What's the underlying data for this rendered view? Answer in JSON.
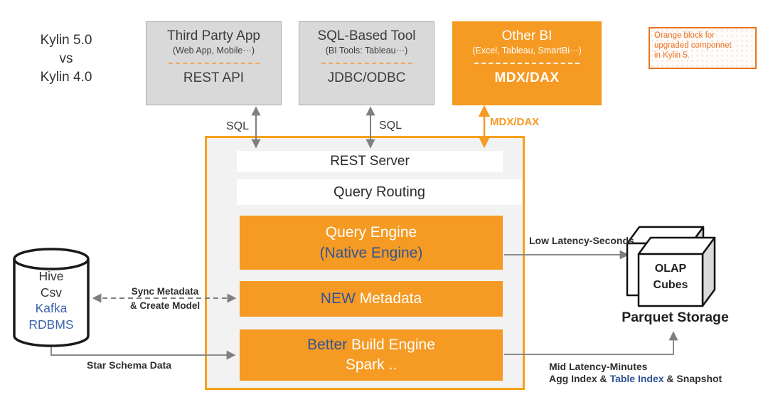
{
  "title_block": {
    "line1": "Kylin 5.0",
    "line2": "vs",
    "line3": "Kylin 4.0"
  },
  "legend_note": {
    "line1": "Orange block for",
    "line2": "upgraded componnet",
    "line3": "in Kylin 5."
  },
  "top_boxes": [
    {
      "title": "Third Party App",
      "subtitle": "(Web App, Mobile···)",
      "protocol": "REST API"
    },
    {
      "title": "SQL-Based Tool",
      "subtitle": "(BI Tools: Tableau···)",
      "protocol": "JDBC/ODBC"
    },
    {
      "title": "Other BI",
      "subtitle": "(Excel, Tableau, SmartBi···)",
      "protocol": "MDX/DAX"
    }
  ],
  "connector_labels": {
    "sql_left": "SQL",
    "sql_mid": "SQL",
    "mdx": "MDX/DAX",
    "sync_line1": "Sync Metadata",
    "sync_line2": "& Create Model",
    "star_schema": "Star Schema Data",
    "low_latency": "Low Latency-Seconds",
    "mid_latency": "Mid Latency-Minutes",
    "agg_prefix": "Agg Index & ",
    "agg_highlight": "Table Index",
    "agg_suffix": " & Snapshot"
  },
  "platform": {
    "rest_server": "REST Server",
    "query_routing": "Query Routing",
    "query_engine_line1": "Query Engine",
    "query_engine_line2": "(Native Engine)",
    "metadata_highlight": "NEW",
    "metadata_rest": " Metadata",
    "build_highlight": "Better",
    "build_rest": " Build Engine",
    "build_line2": "Spark .."
  },
  "datasource": {
    "line1": "Hive",
    "line2": "Csv",
    "line3": "Kafka",
    "line4": "RDBMS"
  },
  "storage": {
    "cube_line1": "OLAP",
    "cube_line2": "Cubes",
    "caption": "Parquet Storage"
  },
  "colors": {
    "orange": "#F59A23",
    "highlight_blue": "#2F5496",
    "gray_box": "#D9D9D9",
    "container_bg": "#F2F2F2",
    "arrow_gray": "#7F7F7F",
    "note_orange": "#E8731F"
  }
}
